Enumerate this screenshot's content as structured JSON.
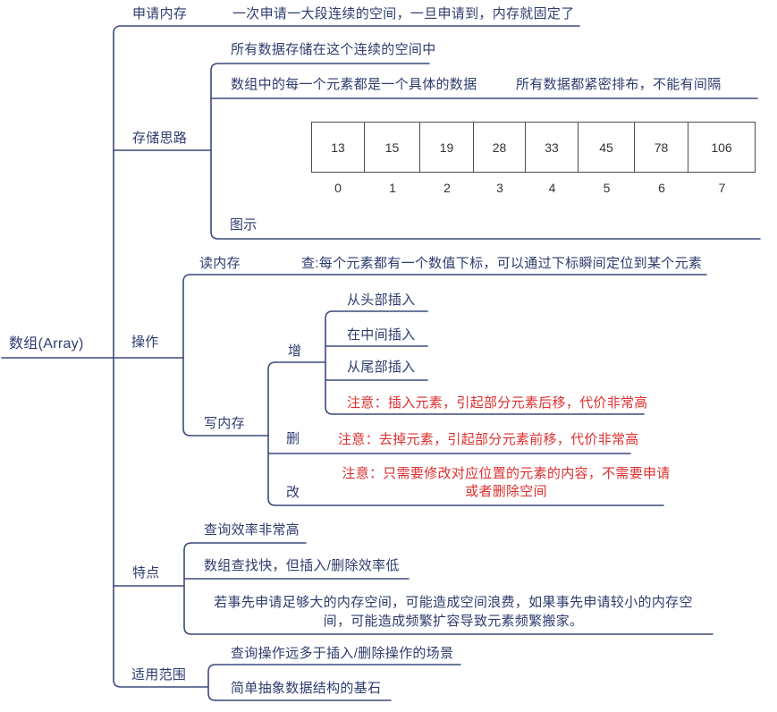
{
  "diagram": {
    "root": "数组(Array)",
    "apply_memory": {
      "label": "申请内存",
      "desc": "一次申请一大段连续的空间，一旦申请到，内存就固定了"
    },
    "storage": {
      "label": "存储思路",
      "item_space": "所有数据存储在这个连续的空间中",
      "item_element": "数组中的每一个元素都是一个具体的数据",
      "item_element_note": "所有数据都紧密排布，不能有间隔",
      "diagram_label": "图示",
      "table": {
        "values": [
          "13",
          "15",
          "19",
          "28",
          "33",
          "45",
          "78",
          "106"
        ],
        "indices": [
          "0",
          "1",
          "2",
          "3",
          "4",
          "5",
          "6",
          "7"
        ]
      }
    },
    "operations": {
      "label": "操作",
      "read": {
        "label": "读内存",
        "desc": "查:每个元素都有一个数值下标，可以通过下标瞬间定位到某个元素"
      },
      "write": {
        "label": "写内存",
        "insert": {
          "label": "增",
          "items": [
            "从头部插入",
            "在中间插入",
            "从尾部插入"
          ],
          "note": "注意：插入元素，引起部分元素后移，代价非常高"
        },
        "delete": {
          "label": "删",
          "note": "注意：去掉元素，引起部分元素前移，代价非常高"
        },
        "update": {
          "label": "改",
          "note": "注意：只需要修改对应位置的元素的内容，不需要申请或者删除空间"
        }
      }
    },
    "features": {
      "label": "特点",
      "items": [
        "查询效率非常高",
        "数组查找快，但插入/删除效率低",
        "若事先申请足够大的内存空间，可能造成空间浪费，如果事先申请较小的内存空间，可能造成频繁扩容导致元素频繁搬家。"
      ]
    },
    "scope": {
      "label": "适用范围",
      "items": [
        "查询操作远多于插入/删除操作的场景",
        "简单抽象数据结构的基石"
      ]
    },
    "colors": {
      "text_navy": "#2e3c6e",
      "line_navy": "#3b4a7d",
      "note_red": "#de2f2f",
      "table_border": "#4d4d4d",
      "table_text": "#333333"
    }
  }
}
